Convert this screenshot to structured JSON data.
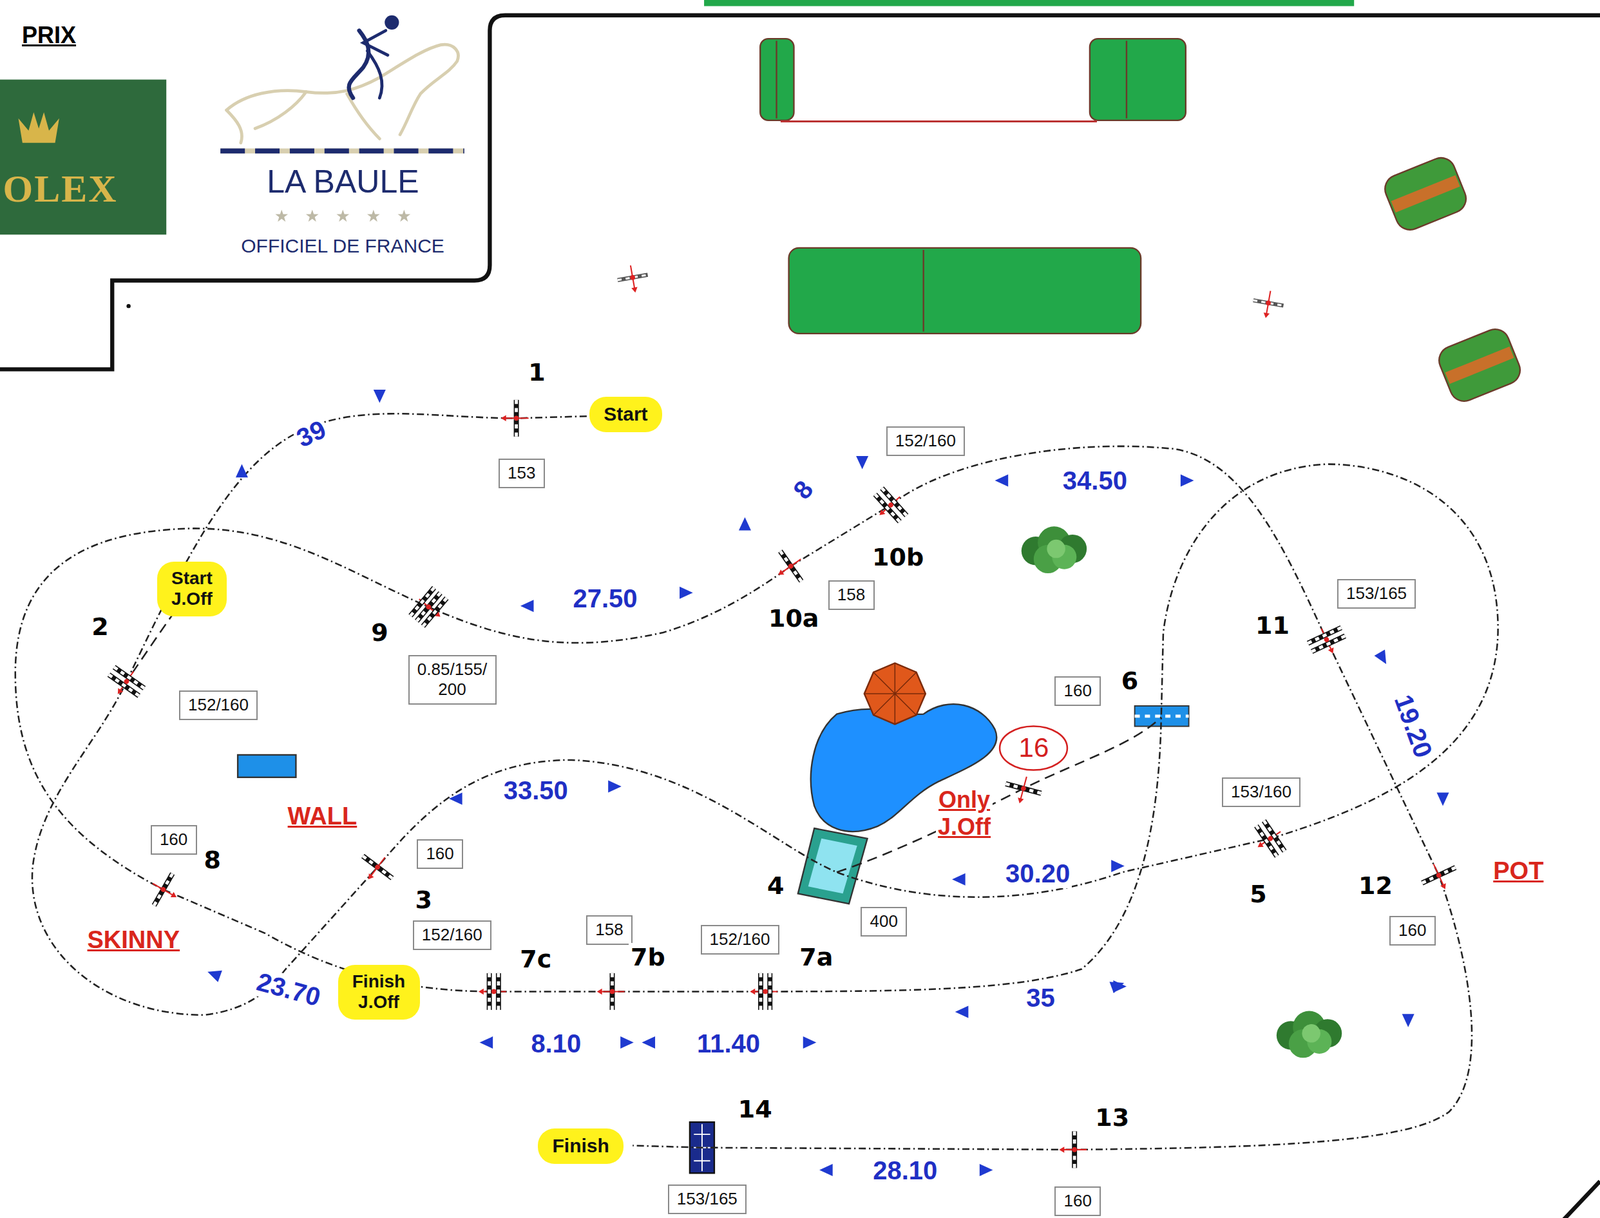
{
  "diagram": {
    "nodes": [
      {
        "text": [
          "OLEX"
        ]
      },
      {
        "text": [
          "Start"
        ]
      },
      {
        "text": [
          "153"
        ]
      },
      {
        "text": [
          "152/160"
        ]
      },
      {
        "text": [
          "158"
        ]
      },
      {
        "text": [
          "Start J.Off"
        ]
      },
      {
        "text": [
          "153/165"
        ]
      },
      {
        "text": [
          "0.85/155/ 200"
        ]
      },
      {
        "text": [
          "152/160"
        ]
      },
      {
        "text": [
          "160"
        ]
      },
      {
        "text": [
          "16"
        ]
      },
      {
        "text": [
          "153/160"
        ]
      },
      {
        "text": [
          "160"
        ]
      },
      {
        "text": [
          "160"
        ]
      },
      {
        "text": [
          "400"
        ]
      },
      {
        "text": [
          "152/160"
        ]
      },
      {
        "text": [
          "158"
        ]
      },
      {
        "text": [
          "152/160"
        ]
      },
      {
        "text": [
          "160"
        ]
      },
      {
        "text": [
          "Finish J.Off"
        ]
      },
      {
        "text": [
          "Finish"
        ]
      },
      {
        "text": [
          "153/165"
        ]
      },
      {
        "text": [
          "160"
        ]
      }
    ],
    "labels": [
      "PRIX",
      "LA BAULE",
      "OFFICIEL DE FRANCE",
      "1",
      "39",
      "8",
      "34.50",
      "9",
      "27.50",
      "10a",
      "10b",
      "11",
      "2",
      "6",
      "19.20",
      "Only J.Off",
      "WALL",
      "33.50",
      "8",
      "3",
      "4",
      "30.20",
      "5",
      "12",
      "POT",
      "SKINNY",
      "7c",
      "7b",
      "7a",
      "23.70",
      "35",
      "8.10",
      "11.40",
      "14",
      "13",
      "28.10"
    ]
  }
}
